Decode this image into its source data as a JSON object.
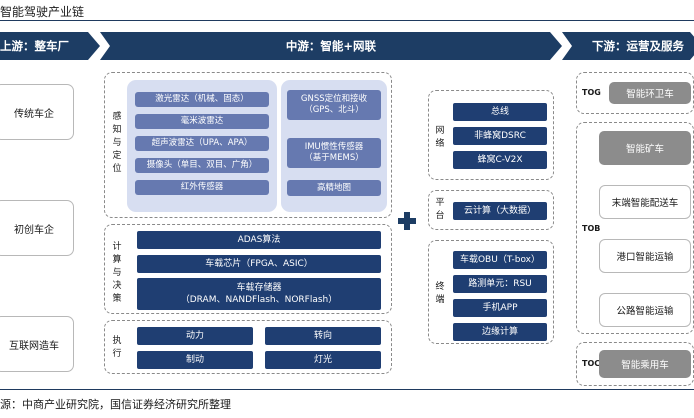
{
  "title": "智能驾驶产业链",
  "source": "源：中商产业研究院，国信证券经济研究所整理",
  "header": {
    "upstream": "上游：整车厂",
    "midstream": "中游：智能+网联",
    "downstream": "下游：运营及服务"
  },
  "upstream": {
    "items": [
      "传统车企",
      "初创车企",
      "互联网造车"
    ]
  },
  "perception": {
    "label": "感知与定位",
    "sensors": [
      "激光雷达（机械、固态）",
      "毫米波雷达",
      "超声波雷达（UPA、APA）",
      "摄像头（单目、双目、广角）",
      "红外传感器"
    ],
    "positioning": [
      "GNSS定位和接收\n（GPS、北斗）",
      "IMU惯性传感器\n（基于MEMS）",
      "高精地图"
    ]
  },
  "compute": {
    "label": "计算与决策",
    "items": [
      "ADAS算法",
      "车载芯片（FPGA、ASIC）",
      "车载存储器\n（DRAM、NANDFlash、NORFlash）"
    ]
  },
  "execution": {
    "label": "执行",
    "items": [
      "动力",
      "转向",
      "制动",
      "灯光"
    ]
  },
  "network": {
    "label": "网络",
    "items": [
      "总线",
      "非蜂窝DSRC",
      "蜂窝C-V2X"
    ]
  },
  "platform": {
    "label": "平台",
    "items": [
      "云计算（大数据）"
    ]
  },
  "terminal": {
    "label": "终端",
    "items": [
      "车载OBU（T-box）",
      "路测单元：RSU",
      "手机APP",
      "边缘计算"
    ]
  },
  "downstream": {
    "tog": {
      "tag": "TOG",
      "items": [
        "智能环卫车"
      ]
    },
    "tob": {
      "tag": "TOB",
      "items": [
        "智能矿车",
        "末端智能配送车",
        "港口智能运输",
        "公路智能运输"
      ]
    },
    "toc": {
      "tag": "TOC",
      "items": [
        "智能乘用车"
      ]
    }
  },
  "colors": {
    "header": "#1d3d64",
    "dark_button": "#1f3e72",
    "light_button": "#6679b0",
    "light_panel": "#d7def1",
    "gray_box": "#8c8c8c"
  }
}
